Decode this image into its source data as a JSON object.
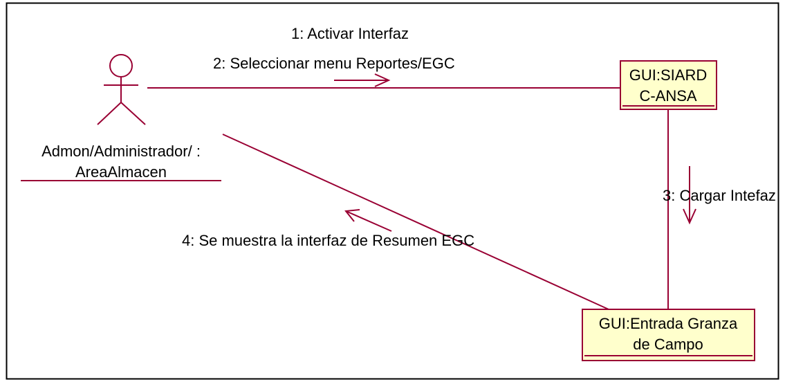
{
  "diagram": {
    "actor": {
      "name_line1": "Admon/Administrador/ :",
      "name_line2": "AreaAlmacen"
    },
    "objects": {
      "siard": {
        "line1": "GUI:SIARD",
        "line2": "C-ANSA"
      },
      "entrada": {
        "line1": "GUI:Entrada Granza",
        "line2": "de Campo"
      }
    },
    "messages": {
      "m1": "1: Activar Interfaz",
      "m2": "2: Seleccionar menu Reportes/EGC",
      "m3": "3: Cargar Intefaz",
      "m4": "4: Se muestra la interfaz de Resumen EGC"
    },
    "colors": {
      "line": "#990033",
      "box_fill": "#ffffcc",
      "box_border": "#990033",
      "frame": "#000000",
      "text": "#000000"
    }
  }
}
